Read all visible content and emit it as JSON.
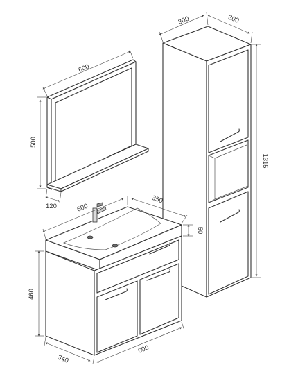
{
  "dimensions": {
    "mirror_width": "600",
    "mirror_height": "500",
    "shelf_depth": "120",
    "tall_width": "300",
    "tall_depth": "300",
    "tall_height": "1315",
    "sink_width": "600",
    "sink_depth": "350",
    "sink_top_height": "50",
    "vanity_height": "460",
    "vanity_depth": "340",
    "vanity_width": "600"
  }
}
